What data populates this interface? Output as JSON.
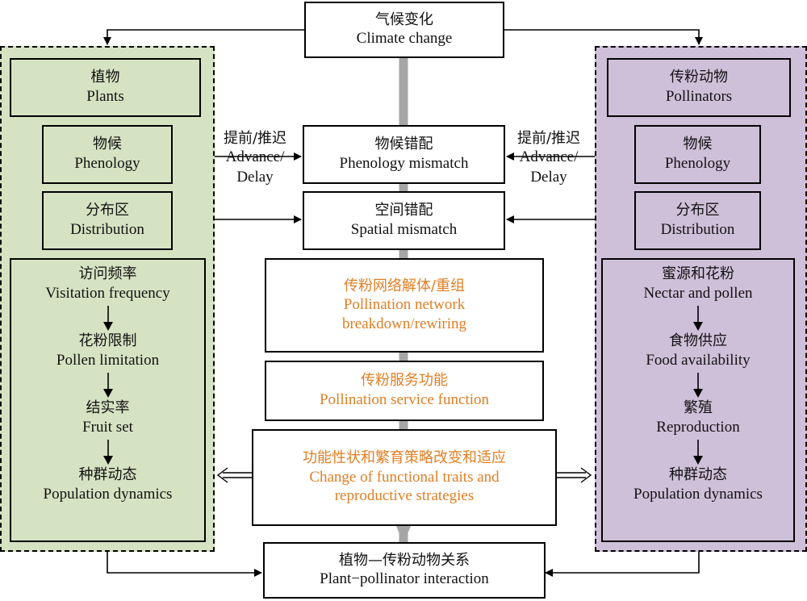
{
  "top": {
    "zh": "气候变化",
    "en": "Climate change"
  },
  "plants": {
    "zh": "植物",
    "en": "Plants"
  },
  "pollinators": {
    "zh": "传粉动物",
    "en": "Pollinators"
  },
  "phenology": {
    "zh": "物候",
    "en": "Phenology"
  },
  "distribution": {
    "zh": "分布区",
    "en": "Distribution"
  },
  "advance_delay": {
    "zh": "提前/推迟",
    "en1": "Advance/",
    "en2": "Delay"
  },
  "phenology_mismatch": {
    "zh": "物候错配",
    "en": "Phenology mismatch"
  },
  "spatial_mismatch": {
    "zh": "空间错配",
    "en": "Spatial mismatch"
  },
  "network": {
    "zh": "传粉网络解体/重组",
    "en1": "Pollination network",
    "en2": "breakdown/rewiring"
  },
  "service": {
    "zh": "传粉服务功能",
    "en": "Pollination service function"
  },
  "traits": {
    "zh": "功能性状和繁育策略改变和适应",
    "en1": "Change of functional traits and",
    "en2": "reproductive strategies"
  },
  "interaction": {
    "zh": "植物—传粉动物关系",
    "en": "Plant−pollinator interaction"
  },
  "plant_chain": [
    {
      "zh": "访问频率",
      "en": "Visitation frequency"
    },
    {
      "zh": "花粉限制",
      "en": "Pollen limitation"
    },
    {
      "zh": "结实率",
      "en": "Fruit set"
    },
    {
      "zh": "种群动态",
      "en": "Population dynamics"
    }
  ],
  "pollinator_chain": [
    {
      "zh": "蜜源和花粉",
      "en": "Nectar and pollen"
    },
    {
      "zh": "食物供应",
      "en": "Food availability"
    },
    {
      "zh": "繁殖",
      "en": "Reproduction"
    },
    {
      "zh": "种群动态",
      "en": "Population dynamics"
    }
  ],
  "colors": {
    "plant_bg": "#d6e3c3",
    "pollinator_bg": "#cfc0da",
    "highlight_text": "#e07f24",
    "spine": "#a6a6a6"
  }
}
